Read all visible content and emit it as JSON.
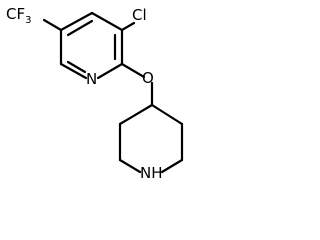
{
  "molecule": {
    "substituents": {
      "cf3_main": "CF",
      "cf3_sub": "3",
      "chlorine": "Cl",
      "oxygen": "O"
    },
    "ring_atoms": {
      "pyridine_n": "N",
      "piperidine_nh": "NH"
    }
  }
}
